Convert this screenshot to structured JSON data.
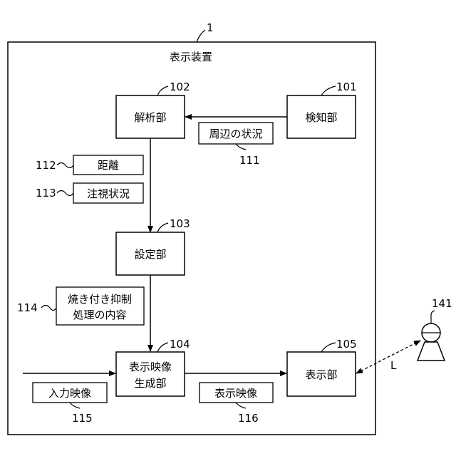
{
  "device": {
    "ref": "1",
    "title": "表示装置"
  },
  "blocks": {
    "detection": {
      "label": "検知部",
      "ref": "101"
    },
    "analysis": {
      "label": "解析部",
      "ref": "102"
    },
    "setting": {
      "label": "設定部",
      "ref": "103"
    },
    "generation": {
      "line1": "表示映像",
      "line2": "生成部",
      "ref": "104"
    },
    "display": {
      "label": "表示部",
      "ref": "105"
    }
  },
  "signals": {
    "surroundings": {
      "label": "周辺の状況",
      "ref": "111"
    },
    "distance": {
      "label": "距離",
      "ref": "112"
    },
    "gaze": {
      "label": "注視状況",
      "ref": "113"
    },
    "suppression": {
      "line1": "焼き付き抑制",
      "line2": "処理の内容",
      "ref": "114"
    },
    "input_video": {
      "label": "入力映像",
      "ref": "115"
    },
    "display_video": {
      "label": "表示映像",
      "ref": "116"
    }
  },
  "viewer": {
    "ref": "141",
    "distance_label": "L"
  }
}
